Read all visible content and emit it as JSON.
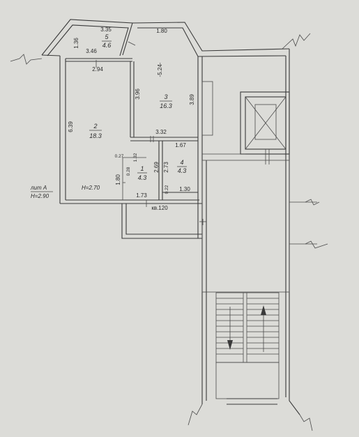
{
  "plan": {
    "rooms": [
      {
        "number": "1",
        "area": "4.3"
      },
      {
        "number": "2",
        "area": "18.3"
      },
      {
        "number": "3",
        "area": "16.3"
      },
      {
        "number": "4",
        "area": "4.3"
      },
      {
        "number": "5",
        "area": "4.6"
      }
    ],
    "dims": {
      "d335": "3.35",
      "d180a": "1.80",
      "d136": "1.36",
      "d346": "3.46",
      "d294": "2.94",
      "d396": "3.96",
      "d524": "-5.24-",
      "d389": "3.89",
      "d639": "6.39",
      "d332": "3.32",
      "d167": "1.67",
      "d027": "0.27",
      "d132": "1.32",
      "d028": "0.28",
      "d269": "2.69",
      "d273": "2.73",
      "d180b": "1.80",
      "d022": "0.22",
      "d130": "1.30",
      "d173": "1.73"
    },
    "height_room": "H=2.70",
    "lit_label": "лит А",
    "lit_height": "H=2.90",
    "apartment": "кв.120"
  }
}
